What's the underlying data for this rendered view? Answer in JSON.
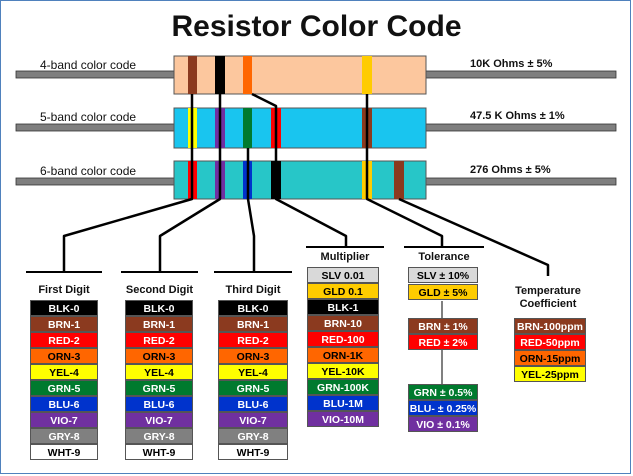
{
  "title": "Resistor Color Code",
  "resistors": [
    {
      "label": "4-band color code",
      "value": "10K Ohms ± 5%"
    },
    {
      "label": "5-band color code",
      "value": "47.5 K Ohms ± 1%"
    },
    {
      "label": "6-band color code",
      "value": "276 Ohms ± 5%"
    }
  ],
  "columns": [
    {
      "header": "First Digit",
      "cells": [
        {
          "text": "BLK-0",
          "bg": "#000000",
          "fg": "#ffffff"
        },
        {
          "text": "BRN-1",
          "bg": "#8b3a1f",
          "fg": "#ffffff"
        },
        {
          "text": "RED-2",
          "bg": "#ff0000",
          "fg": "#ffffff"
        },
        {
          "text": "ORN-3",
          "bg": "#ff6600",
          "fg": "#000000"
        },
        {
          "text": "YEL-4",
          "bg": "#ffff00",
          "fg": "#000000"
        },
        {
          "text": "GRN-5",
          "bg": "#007a2e",
          "fg": "#ffffff"
        },
        {
          "text": "BLU-6",
          "bg": "#0033cc",
          "fg": "#ffffff"
        },
        {
          "text": "VIO-7",
          "bg": "#7030a0",
          "fg": "#ffffff"
        },
        {
          "text": "GRY-8",
          "bg": "#808080",
          "fg": "#ffffff"
        },
        {
          "text": "WHT-9",
          "bg": "#ffffff",
          "fg": "#000000"
        }
      ]
    },
    {
      "header": "Second Digit",
      "cells": [
        {
          "text": "BLK-0",
          "bg": "#000000",
          "fg": "#ffffff"
        },
        {
          "text": "BRN-1",
          "bg": "#8b3a1f",
          "fg": "#ffffff"
        },
        {
          "text": "RED-2",
          "bg": "#ff0000",
          "fg": "#ffffff"
        },
        {
          "text": "ORN-3",
          "bg": "#ff6600",
          "fg": "#000000"
        },
        {
          "text": "YEL-4",
          "bg": "#ffff00",
          "fg": "#000000"
        },
        {
          "text": "GRN-5",
          "bg": "#007a2e",
          "fg": "#ffffff"
        },
        {
          "text": "BLU-6",
          "bg": "#0033cc",
          "fg": "#ffffff"
        },
        {
          "text": "VIO-7",
          "bg": "#7030a0",
          "fg": "#ffffff"
        },
        {
          "text": "GRY-8",
          "bg": "#808080",
          "fg": "#ffffff"
        },
        {
          "text": "WHT-9",
          "bg": "#ffffff",
          "fg": "#000000"
        }
      ]
    },
    {
      "header": "Third Digit",
      "cells": [
        {
          "text": "BLK-0",
          "bg": "#000000",
          "fg": "#ffffff"
        },
        {
          "text": "BRN-1",
          "bg": "#8b3a1f",
          "fg": "#ffffff"
        },
        {
          "text": "RED-2",
          "bg": "#ff0000",
          "fg": "#ffffff"
        },
        {
          "text": "ORN-3",
          "bg": "#ff6600",
          "fg": "#000000"
        },
        {
          "text": "YEL-4",
          "bg": "#ffff00",
          "fg": "#000000"
        },
        {
          "text": "GRN-5",
          "bg": "#007a2e",
          "fg": "#ffffff"
        },
        {
          "text": "BLU-6",
          "bg": "#0033cc",
          "fg": "#ffffff"
        },
        {
          "text": "VIO-7",
          "bg": "#7030a0",
          "fg": "#ffffff"
        },
        {
          "text": "GRY-8",
          "bg": "#808080",
          "fg": "#ffffff"
        },
        {
          "text": "WHT-9",
          "bg": "#ffffff",
          "fg": "#000000"
        }
      ]
    },
    {
      "header": "Multiplier",
      "cells": [
        {
          "text": "SLV 0.01",
          "bg": "#d9d9d9",
          "fg": "#000000"
        },
        {
          "text": "GLD 0.1",
          "bg": "#ffcc00",
          "fg": "#000000"
        },
        {
          "text": "BLK-1",
          "bg": "#000000",
          "fg": "#ffffff"
        },
        {
          "text": "BRN-10",
          "bg": "#8b3a1f",
          "fg": "#ffffff"
        },
        {
          "text": "RED-100",
          "bg": "#ff0000",
          "fg": "#ffffff"
        },
        {
          "text": "ORN-1K",
          "bg": "#ff6600",
          "fg": "#000000"
        },
        {
          "text": "YEL-10K",
          "bg": "#ffff00",
          "fg": "#000000"
        },
        {
          "text": "GRN-100K",
          "bg": "#007a2e",
          "fg": "#ffffff"
        },
        {
          "text": "BLU-1M",
          "bg": "#0033cc",
          "fg": "#ffffff"
        },
        {
          "text": "VIO-10M",
          "bg": "#7030a0",
          "fg": "#ffffff"
        }
      ]
    },
    {
      "header": "Tolerance",
      "cells": [
        {
          "text": "SLV ± 10%",
          "bg": "#d9d9d9",
          "fg": "#000000"
        },
        {
          "text": "GLD ±  5%",
          "bg": "#ffcc00",
          "fg": "#000000"
        },
        {
          "text": "BRN ± 1%",
          "bg": "#8b3a1f",
          "fg": "#ffffff"
        },
        {
          "text": "RED ± 2%",
          "bg": "#ff0000",
          "fg": "#ffffff"
        },
        {
          "text": "GRN ± 0.5%",
          "bg": "#007a2e",
          "fg": "#ffffff"
        },
        {
          "text": "BLU- ± 0.25%",
          "bg": "#0033cc",
          "fg": "#ffffff"
        },
        {
          "text": "VIO ± 0.1%",
          "bg": "#7030a0",
          "fg": "#ffffff"
        }
      ]
    },
    {
      "header": "Temperature",
      "header2": "Coefficient",
      "cells": [
        {
          "text": "BRN-100ppm",
          "bg": "#8b3a1f",
          "fg": "#ffffff"
        },
        {
          "text": "RED-50ppm",
          "bg": "#ff0000",
          "fg": "#ffffff"
        },
        {
          "text": "ORN-15ppm",
          "bg": "#ff6600",
          "fg": "#000000"
        },
        {
          "text": "YEL-25ppm",
          "bg": "#ffff00",
          "fg": "#000000"
        }
      ]
    }
  ]
}
